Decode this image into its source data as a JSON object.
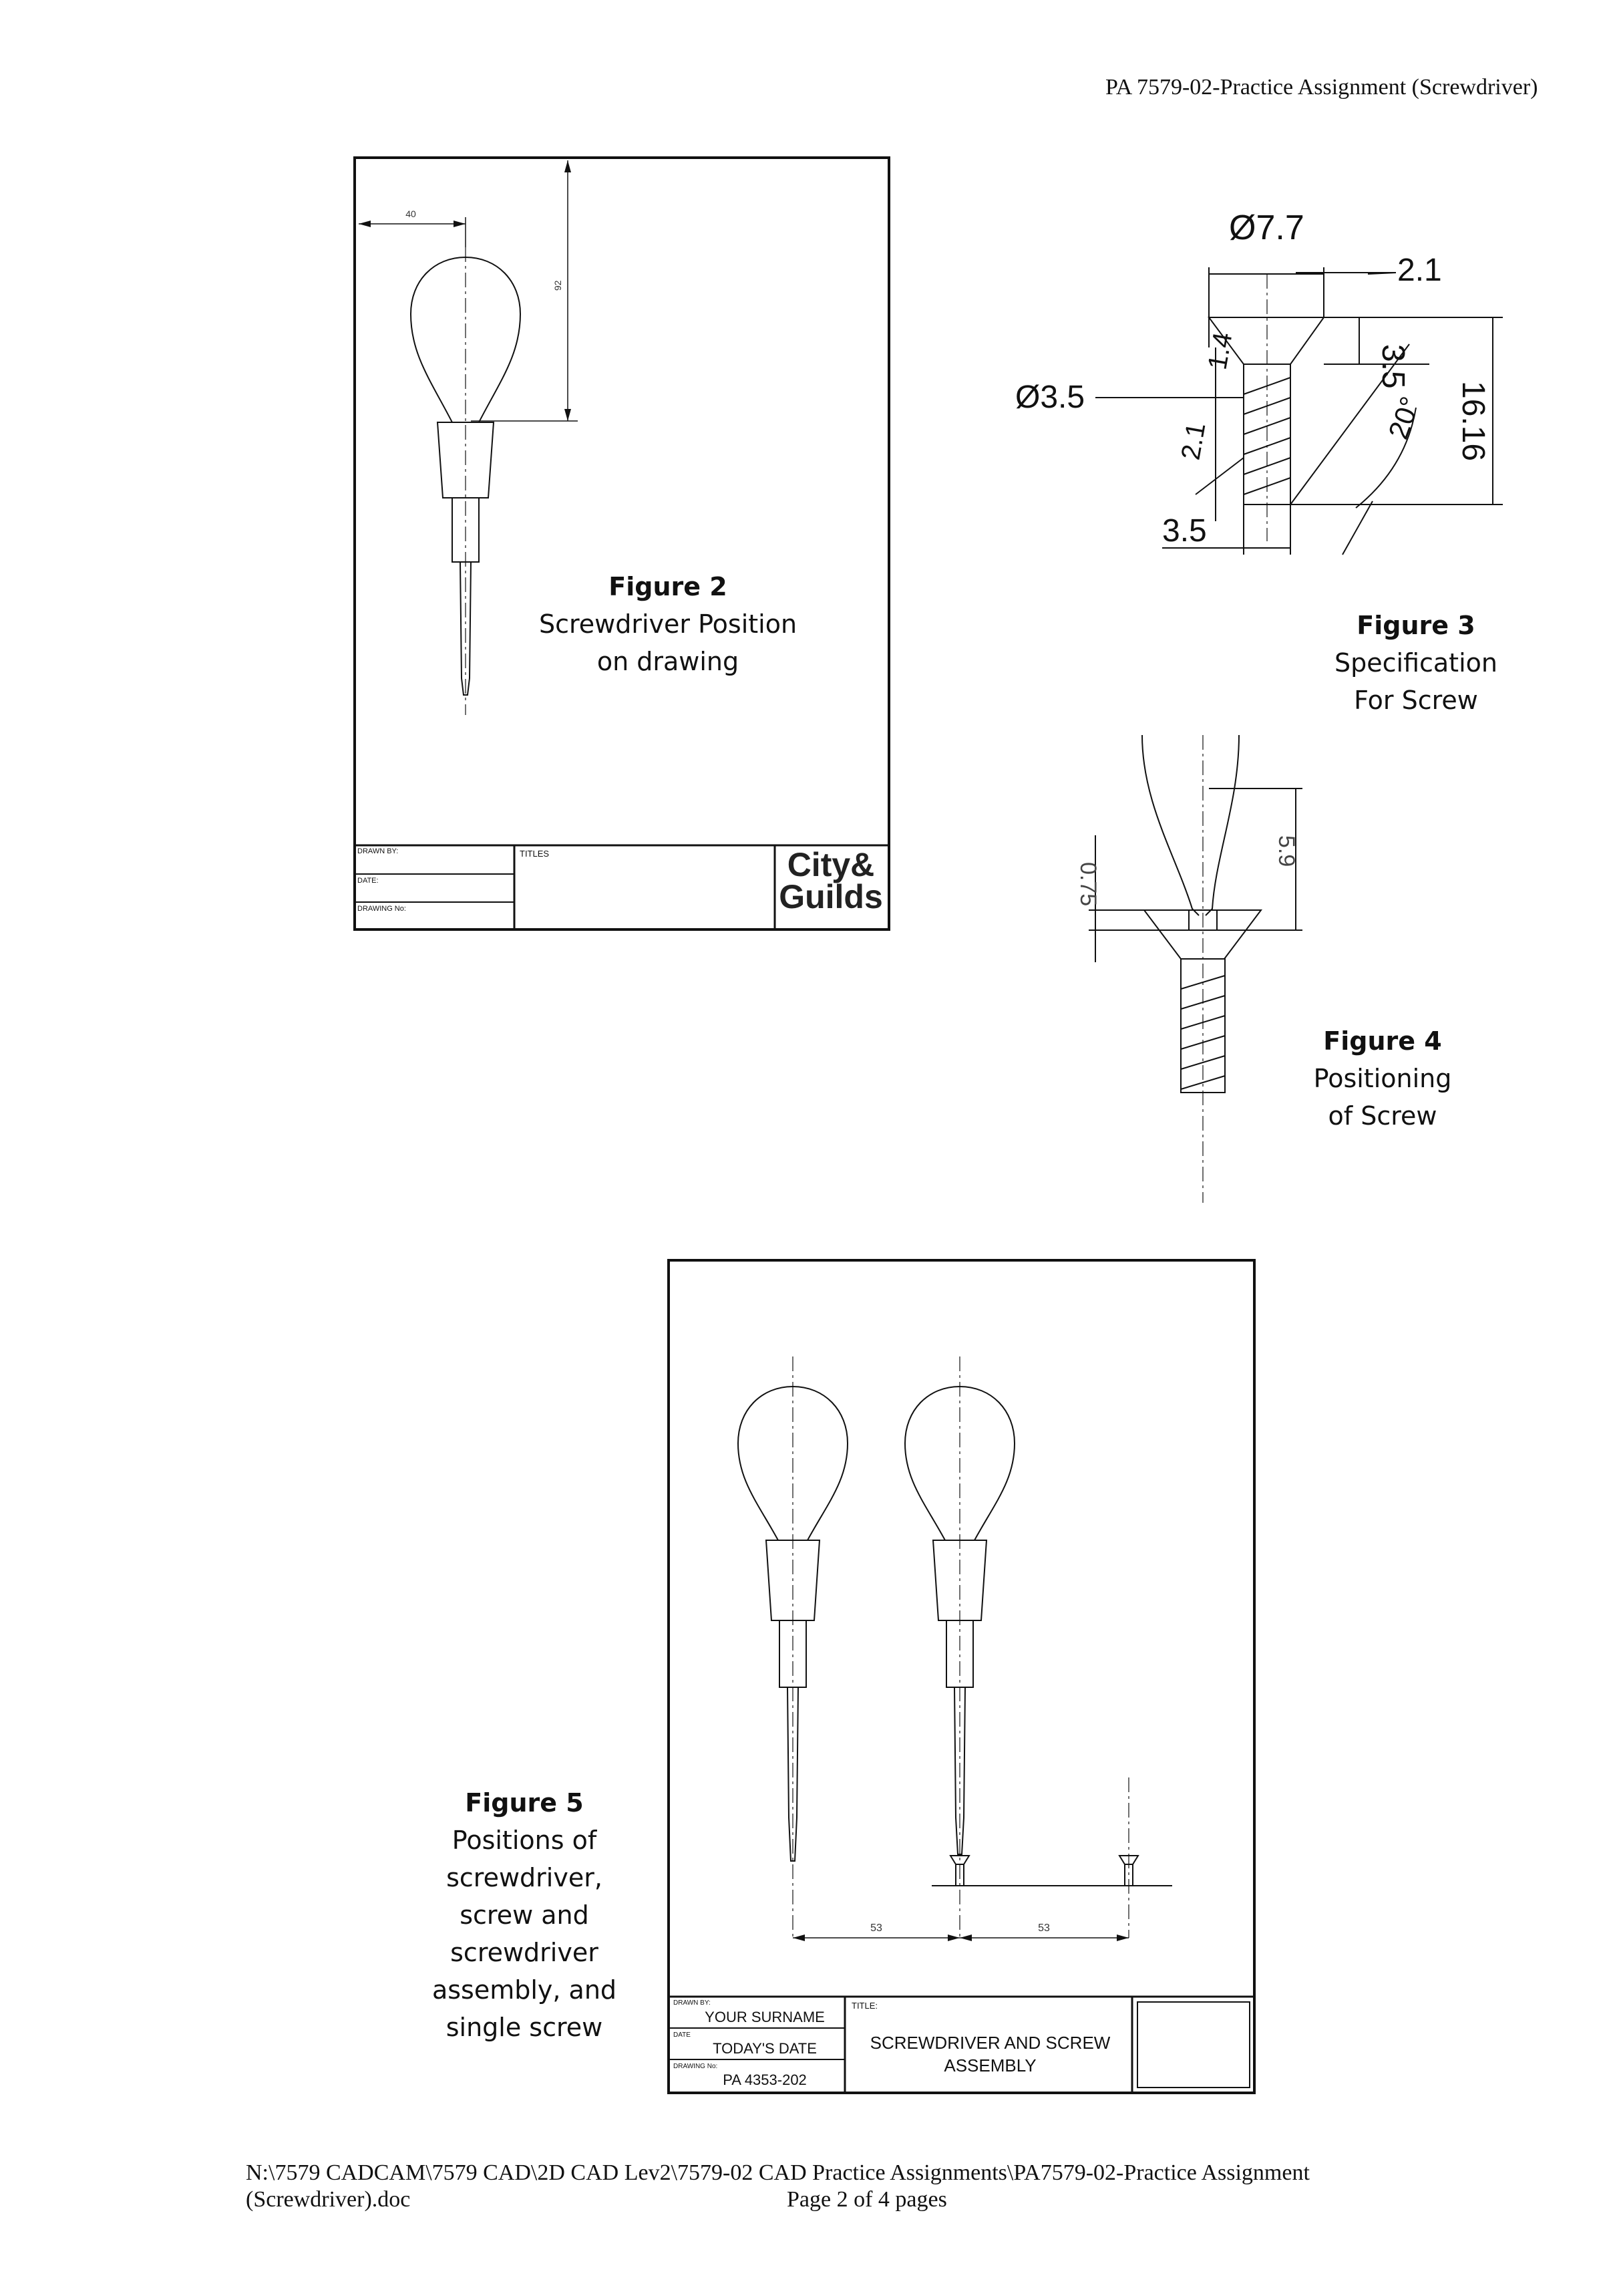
{
  "header": {
    "doc_title": "PA 7579-02-Practice Assignment (Screwdriver)"
  },
  "figure2": {
    "caption_title": "Figure 2",
    "caption_line1": "Screwdriver Position",
    "caption_line2": "on drawing",
    "dim_horizontal": "40",
    "dim_vertical": "92",
    "titleblock": {
      "drawn_by": "DRAWN BY:",
      "date": "DATE:",
      "drawing_no": "DRAWING No:",
      "titles": "TITLES"
    },
    "logo": {
      "line1": "City&",
      "line2": "Guilds"
    }
  },
  "figure3": {
    "caption_title": "Figure 3",
    "caption_line1": "Specification",
    "caption_line2": "For Screw",
    "dims": {
      "head_dia": "Ø7.7",
      "top": "2.1",
      "head_h": "3.5",
      "shank_len": "16.16",
      "angle": "20°",
      "shank_dia": "Ø3.5",
      "d14": "1.4",
      "d21": "2.1",
      "d35": "3.5"
    }
  },
  "figure4": {
    "caption_title": "Figure 4",
    "caption_line1": "Positioning",
    "caption_line2": "of Screw",
    "dims": {
      "gap": "0.75",
      "depth": "5.9"
    }
  },
  "figure5": {
    "caption_title": "Figure 5",
    "caption_lines": [
      "Positions of",
      "screwdriver,",
      "screw and",
      "screwdriver",
      "assembly, and",
      "single screw"
    ],
    "dim_left": "53",
    "dim_right": "53",
    "titleblock": {
      "drawn_by_label": "DRAWN BY:",
      "drawn_by": "YOUR SURNAME",
      "date_label": "DATE",
      "date": "TODAY'S DATE",
      "drawing_no_label": "DRAWING No:",
      "drawing_no": "PA 4353-202",
      "title_label": "TITLE:",
      "title_line1": "SCREWDRIVER AND SCREW",
      "title_line2": "ASSEMBLY"
    }
  },
  "footer": {
    "path_line1": "N:\\7579 CADCAM\\7579 CAD\\2D CAD Lev2\\7579-02 CAD Practice Assignments\\PA7579-02-Practice Assignment",
    "path_line2": "(Screwdriver).doc",
    "page": "Page 2 of 4 pages"
  }
}
